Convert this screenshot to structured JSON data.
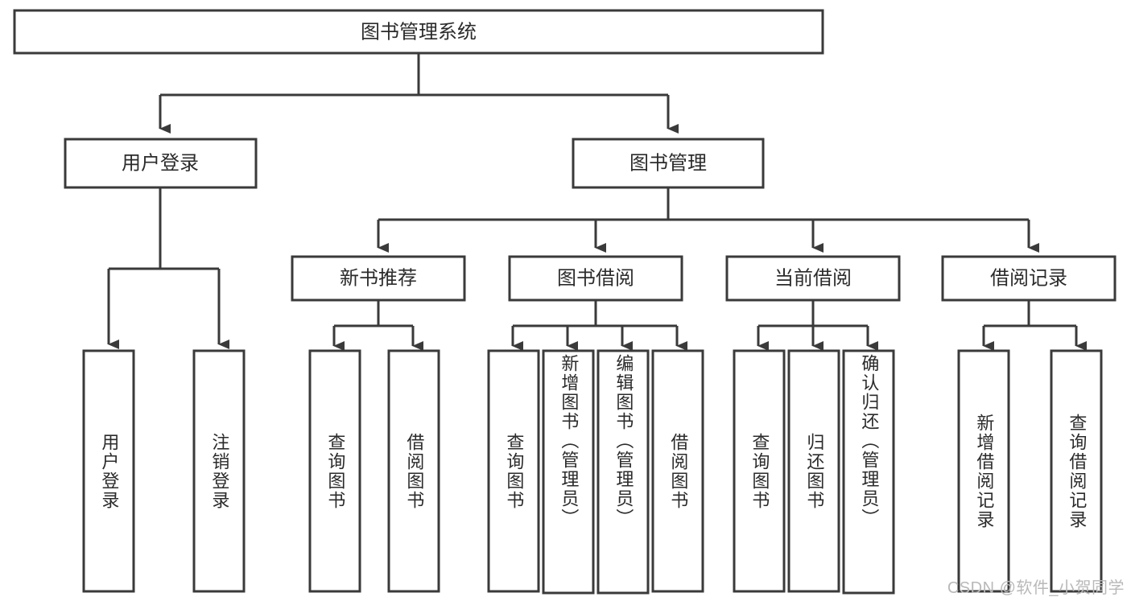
{
  "diagram": {
    "type": "tree-hierarchy-chart",
    "title_node": {
      "id": "root",
      "label": "图书管理系统"
    },
    "level2": [
      {
        "id": "user-login",
        "label": "用户登录"
      },
      {
        "id": "book-manage",
        "label": "图书管理"
      }
    ],
    "level3": [
      {
        "id": "new-book-recommend",
        "label": "新书推荐",
        "parent": "book-manage"
      },
      {
        "id": "book-borrow",
        "label": "图书借阅",
        "parent": "book-manage"
      },
      {
        "id": "current-borrow",
        "label": "当前借阅",
        "parent": "book-manage"
      },
      {
        "id": "borrow-record",
        "label": "借阅记录",
        "parent": "book-manage"
      }
    ],
    "leaves": {
      "user-login": [
        {
          "id": "leaf-user-login",
          "label": "用户登录"
        },
        {
          "id": "leaf-user-logout",
          "label": "注销登录"
        }
      ],
      "new-book-recommend": [
        {
          "id": "leaf-query-book-1",
          "label": "查询图书"
        },
        {
          "id": "leaf-borrow-book-1",
          "label": "借阅图书"
        }
      ],
      "book-borrow": [
        {
          "id": "leaf-query-book-2",
          "label": "查询图书"
        },
        {
          "id": "leaf-add-book-admin",
          "label": "新增图书（管理员）"
        },
        {
          "id": "leaf-edit-book-admin",
          "label": "编辑图书（管理员）"
        },
        {
          "id": "leaf-borrow-book-2",
          "label": "借阅图书"
        }
      ],
      "current-borrow": [
        {
          "id": "leaf-query-book-3",
          "label": "查询图书"
        },
        {
          "id": "leaf-return-book",
          "label": "归还图书"
        },
        {
          "id": "leaf-confirm-return-admin",
          "label": "确认归还（管理员）"
        }
      ],
      "borrow-record": [
        {
          "id": "leaf-add-borrow-record",
          "label": "新增借阅记录"
        },
        {
          "id": "leaf-query-borrow-record",
          "label": "查询借阅记录"
        }
      ]
    },
    "colors": {
      "stroke": "#3a3a3a",
      "fill": "#ffffff",
      "text": "#2b2b2b",
      "watermark": "#b9b9b9"
    }
  },
  "watermark": {
    "text": "CSDN @软件_小贺同学"
  }
}
